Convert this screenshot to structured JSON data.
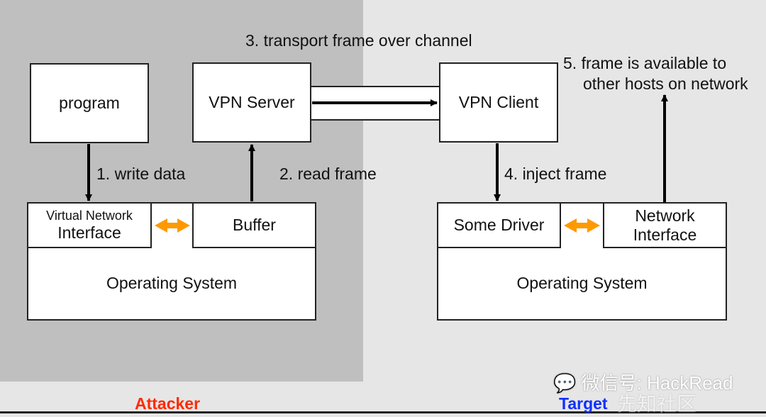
{
  "step_labels": {
    "write": "1. write data",
    "read": "2. read frame",
    "transport": "3. transport frame over channel",
    "inject": "4. inject frame",
    "available_line1": "5. frame is available to",
    "available_line2": "other hosts on network"
  },
  "attacker": {
    "title": "Attacker",
    "title_color": "#ff2a00",
    "program": "program",
    "vpn_server": "VPN Server",
    "vni_line1": "Virtual Network",
    "vni_line2": "Interface",
    "buffer": "Buffer",
    "os": "Operating System",
    "background_color": "#bfbfbf"
  },
  "target": {
    "title": "Target",
    "title_color": "#1030ff",
    "vpn_client": "VPN Client",
    "driver": "Some Driver",
    "ni_line1": "Network",
    "ni_line2": "Interface",
    "os": "Operating System",
    "background_color": "#e6e6e6"
  },
  "accent_color": "#ff9900",
  "watermark": {
    "wechat": "微信号: HackRead",
    "site": "先知社区"
  }
}
